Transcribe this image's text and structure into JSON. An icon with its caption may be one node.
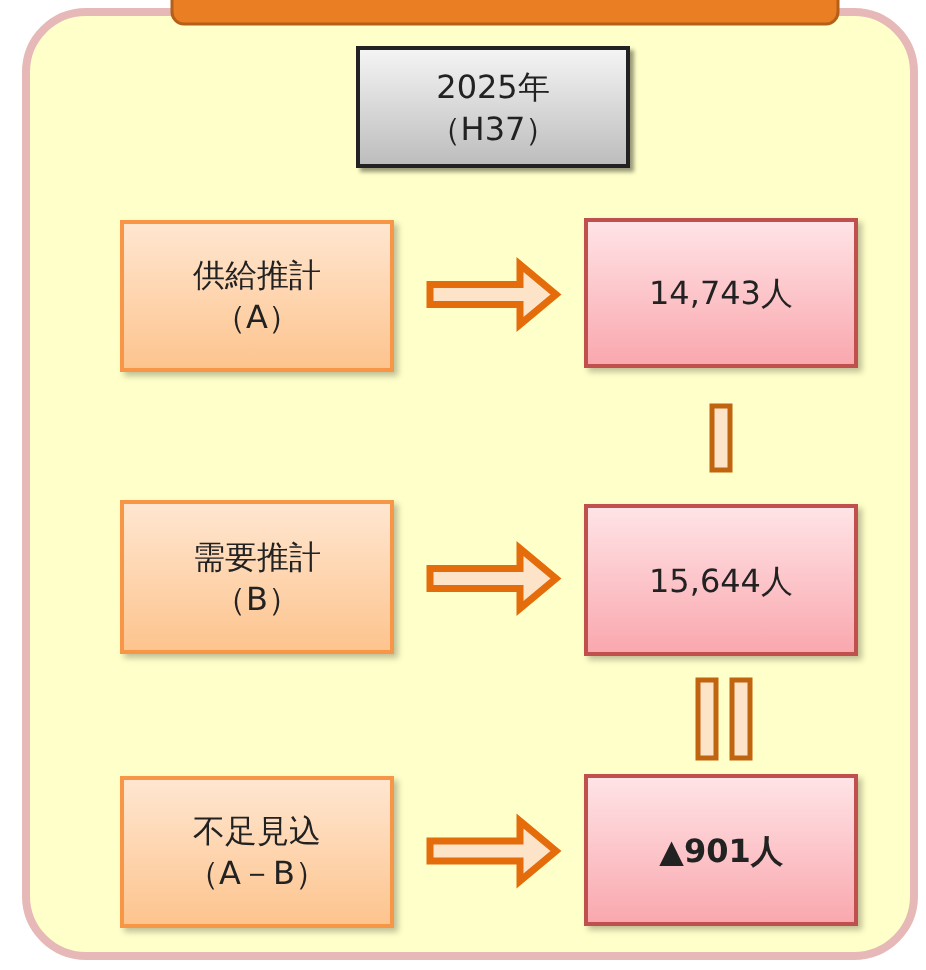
{
  "diagram": {
    "nodes": [
      {
        "text": [
          "2025年（H37）"
        ]
      },
      {
        "text": [
          "供給推計（A）"
        ]
      },
      {
        "text": [
          "14,743人"
        ]
      },
      {
        "text": [
          "需要推計（B）"
        ]
      },
      {
        "text": [
          "15,644人"
        ]
      },
      {
        "text": [
          "不足見込（A－B）"
        ]
      },
      {
        "text": [
          "▲901人"
        ]
      }
    ],
    "edges": [
      {
        "from": 1,
        "to": 2,
        "arrow": "to"
      },
      {
        "from": 3,
        "to": 4,
        "arrow": "to"
      },
      {
        "from": 5,
        "to": 6,
        "arrow": "to"
      }
    ]
  }
}
